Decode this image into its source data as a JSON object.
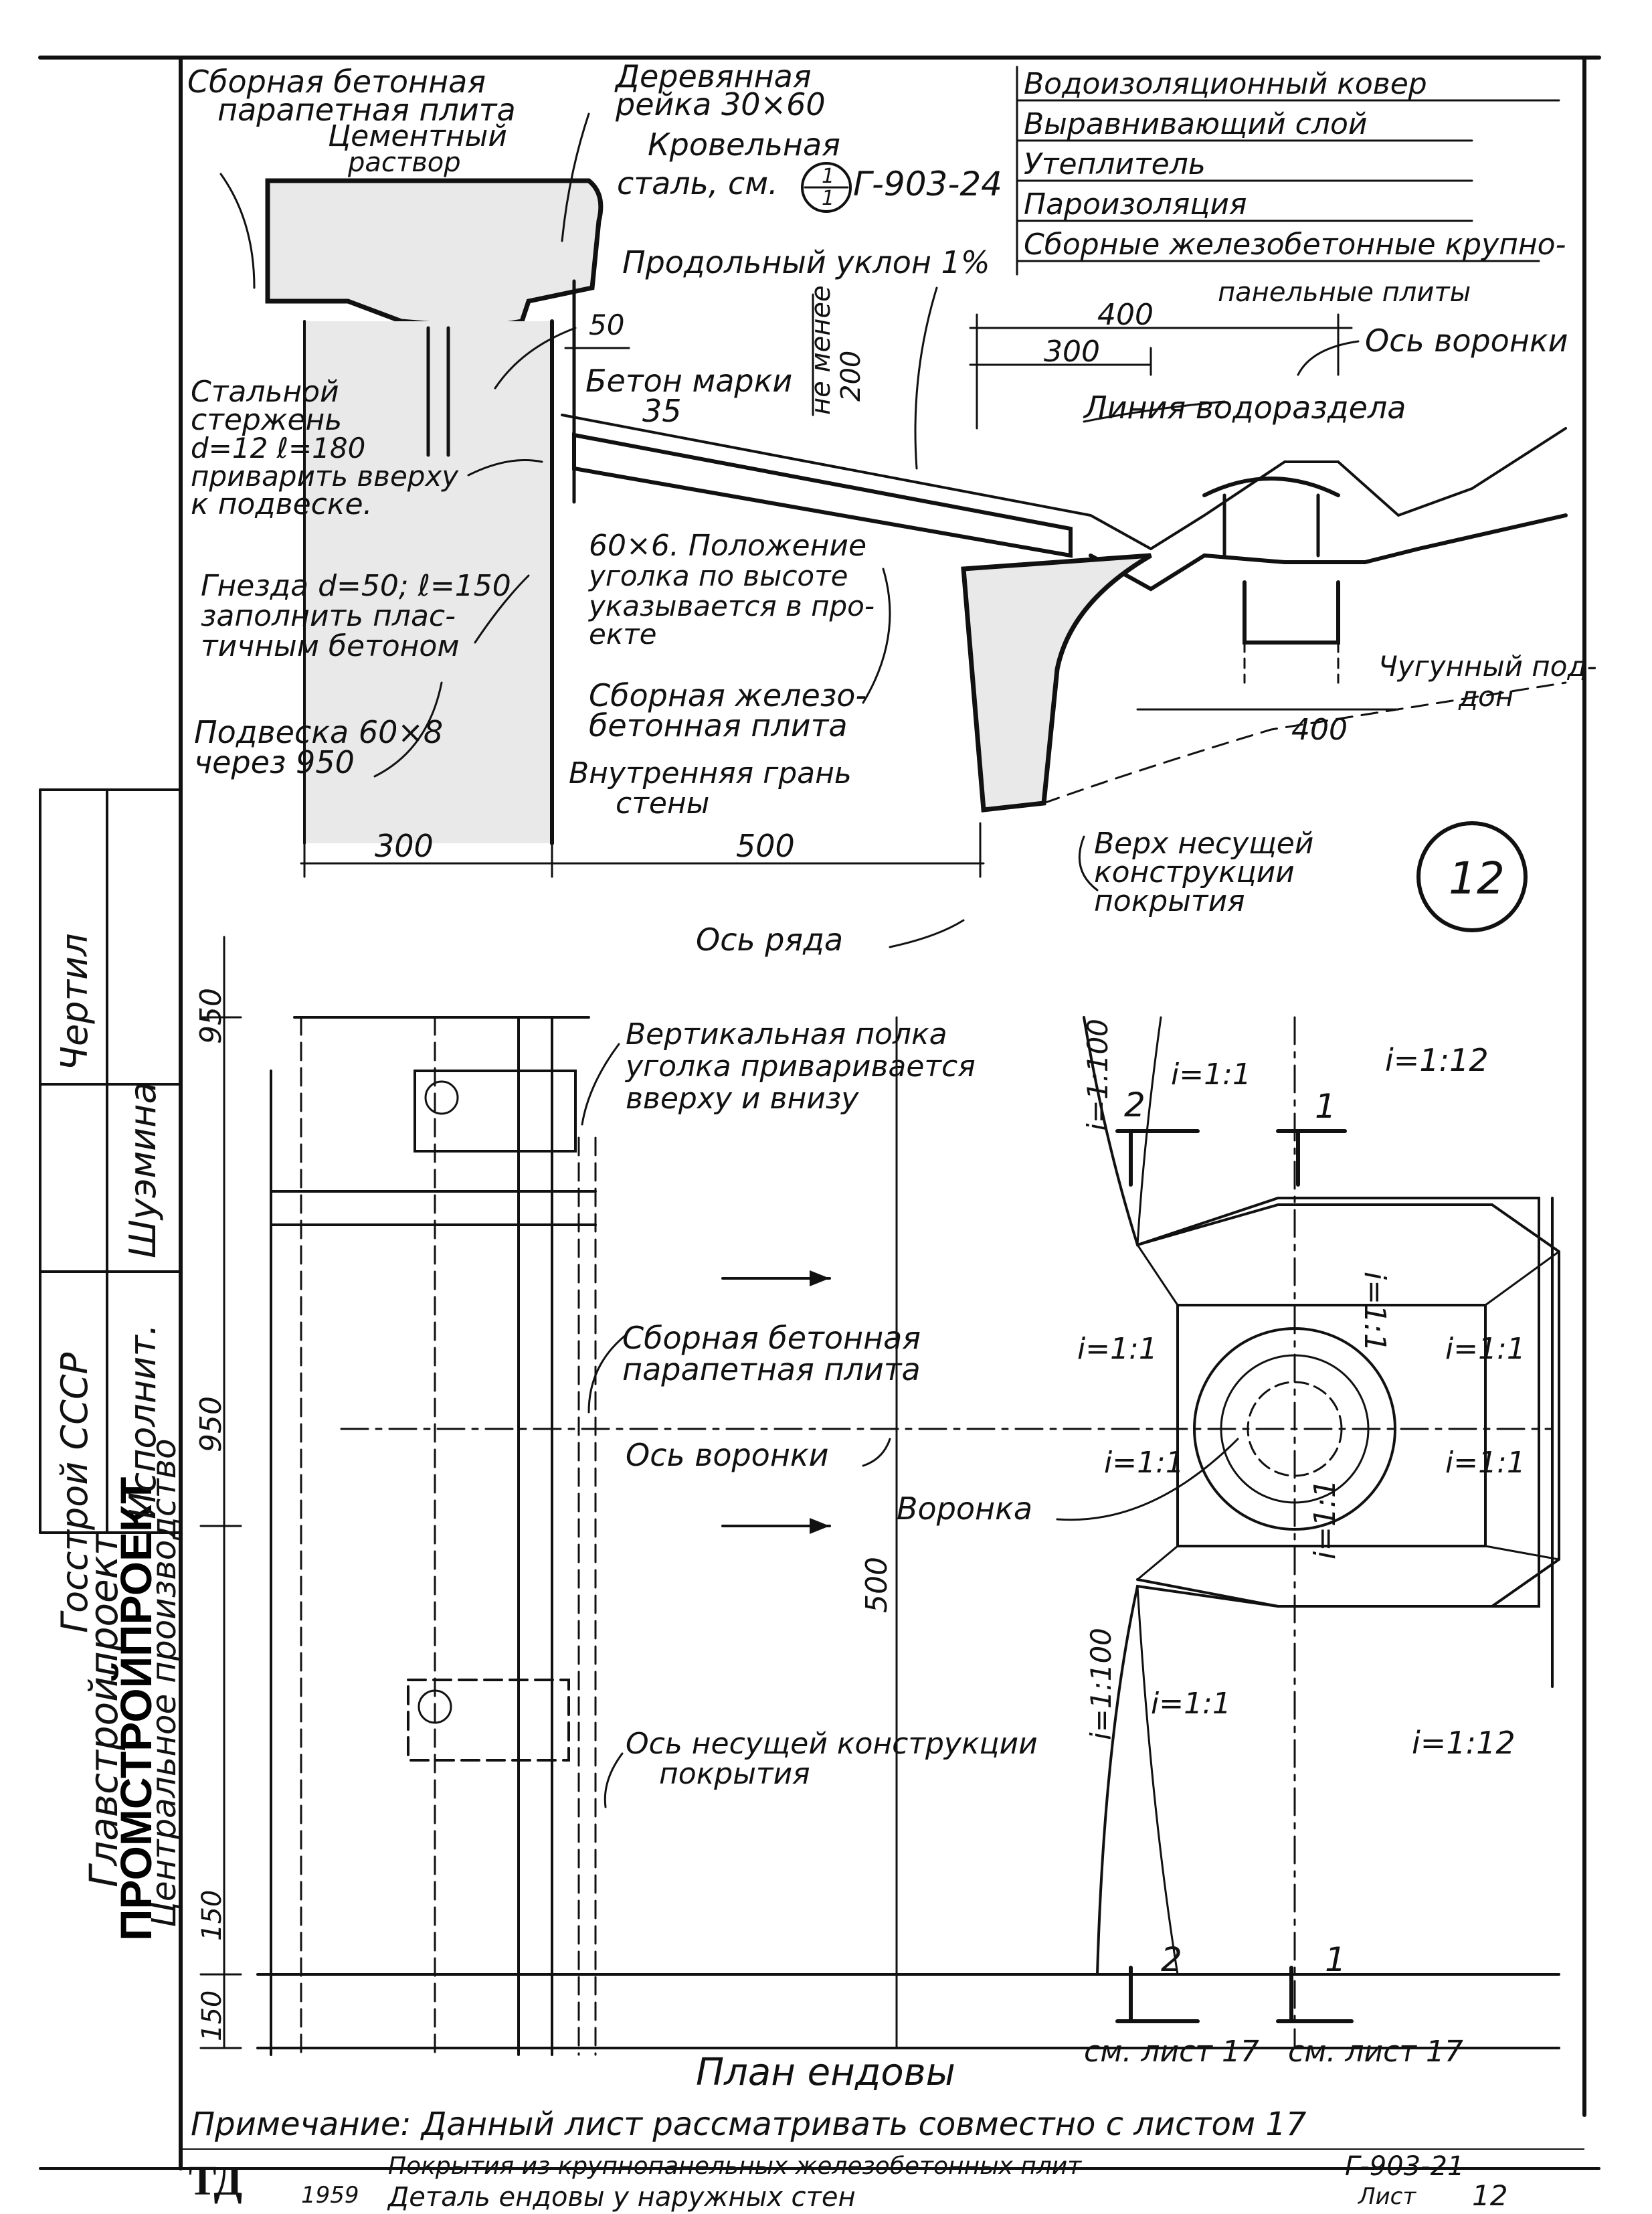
{
  "section": {
    "parapet_slab": [
      "Сборная бетонная",
      "парапетная плита"
    ],
    "wood_batten": [
      "Деревянная",
      "рейка 30×60"
    ],
    "cement_mortar": [
      "Цементный",
      "раствор"
    ],
    "roofing_steel": [
      "Кровельная",
      "сталь, см."
    ],
    "roofing_ref_num": "1",
    "roofing_ref_den": "1",
    "roofing_ref_sheet": "Г-903-24",
    "longitudinal_slope": "Продольный уклон 1%",
    "layers": [
      "Водоизоляционный ковер",
      "Выравнивающий слой",
      "Утеплитель",
      "Пароизоляция",
      "Сборные железобетонные крупно-",
      "панельные плиты"
    ],
    "dim_50": "50",
    "concrete_grade": [
      "Бетон марки",
      "35"
    ],
    "not_less": [
      "не менее",
      "200"
    ],
    "steel_rod": [
      "Стальной",
      "стержень",
      "d=12 ℓ=180",
      "приварить вверху",
      "к подвеске."
    ],
    "angle_note": [
      "60×6. Положение",
      "уголка по высоте",
      "указывается в про-",
      "екте"
    ],
    "sockets": [
      "Гнезда d=50; ℓ=150",
      "заполнить плас-",
      "тичным бетоном"
    ],
    "hanger": [
      "Подвеска 60×8",
      "через 950"
    ],
    "precast_rc_slab": [
      "Сборная железо-",
      "бетонная плита"
    ],
    "inner_face": [
      "Внутренняя грань",
      "стены"
    ],
    "dim_400_top": "400",
    "dim_300_top": "300",
    "funnel_axis": "Ось воронки",
    "watershed": "Линия водораздела",
    "cast_iron_tray": [
      "Чугунный под-",
      "дон"
    ],
    "dim_400_bottom": "400",
    "dim_300_bottom": "300",
    "dim_500_bottom": "500",
    "bearing_top": [
      "Верх несущей",
      "конструкции",
      "покрытия"
    ],
    "node_number": "12",
    "row_axis": "Ось ряда"
  },
  "plan": {
    "dim_950_a": "950",
    "dim_950_b": "950",
    "dim_500": "500",
    "dim_150_a": "150",
    "dim_150_b": "150",
    "vertical_flange": [
      "Вертикальная полка",
      "уголка приваривается",
      "вверху и внизу"
    ],
    "parapet_slab": [
      "Сборная бетонная",
      "парапетная плита"
    ],
    "funnel_axis": "Ось воронки",
    "funnel": "Воронка",
    "bearing_axis": [
      "Ось несущей конструкции",
      "покрытия"
    ],
    "slope_1_100_top": "i=1:100",
    "slope_1_100_bottom": "i=1:100",
    "slope_1_1_list": [
      "i=1:1",
      "i=1:1",
      "i=1:1",
      "i=1:1",
      "i=1:1",
      "i=1:1",
      "i=1:1",
      "i=1:1"
    ],
    "slope_1_12_top": "i=1:12",
    "slope_1_12_bottom": "i=1:12",
    "cut_2": "2",
    "cut_1": "1",
    "see_sheet_left": "см. лист 17",
    "see_sheet_right": "см. лист 17",
    "title": "План ендовы"
  },
  "note": "Примечание: Данный лист рассматривать совместно с листом 17",
  "side_stamp": {
    "org1": "Главстройпроект",
    "org2": "ПРОМСТРОЙПРОЕКТ",
    "org3": "Центральное производство",
    "performer_label": "Исполнит.",
    "performer_name": "Шуэмина",
    "fragment": "Чертил",
    "cut_text": "Госстрой СССР"
  },
  "title_block": {
    "logo": "ТД",
    "year": "1959",
    "title1": "Покрытия из крупнопанельных железобетонных плит",
    "code": "Г-903-21",
    "title2": "Деталь ендовы у наружных стен",
    "sheet_label": "Лист",
    "sheet_number": "12"
  }
}
